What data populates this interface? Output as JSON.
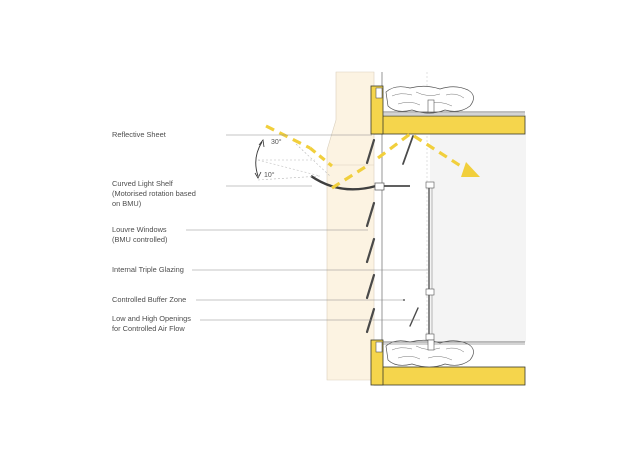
{
  "labels": {
    "reflective_sheet": "Reflective Sheet",
    "curved_light_shelf": [
      "Curved Light Shelf",
      "(Motorised rotation based",
      "on BMU)"
    ],
    "louvre_windows": [
      "Louvre Windows",
      "(BMU controlled)"
    ],
    "internal_triple_glazing": "Internal Triple Glazing",
    "controlled_buffer_zone": "Controlled Buffer Zone",
    "low_high_openings": [
      "Low and High Openings",
      "for Controlled Air Flow"
    ]
  },
  "angles": {
    "upper": "30°",
    "lower": "10°"
  },
  "colors": {
    "wall": "#fcf3e2",
    "slab": "#f5d54c",
    "slab_edge": "#3a3a2a",
    "sun_arrow": "#f1cf3c",
    "interior": "#f4f4f4",
    "line": "#555555",
    "leader": "#8a8a8a",
    "text": "#4d4d4d"
  }
}
